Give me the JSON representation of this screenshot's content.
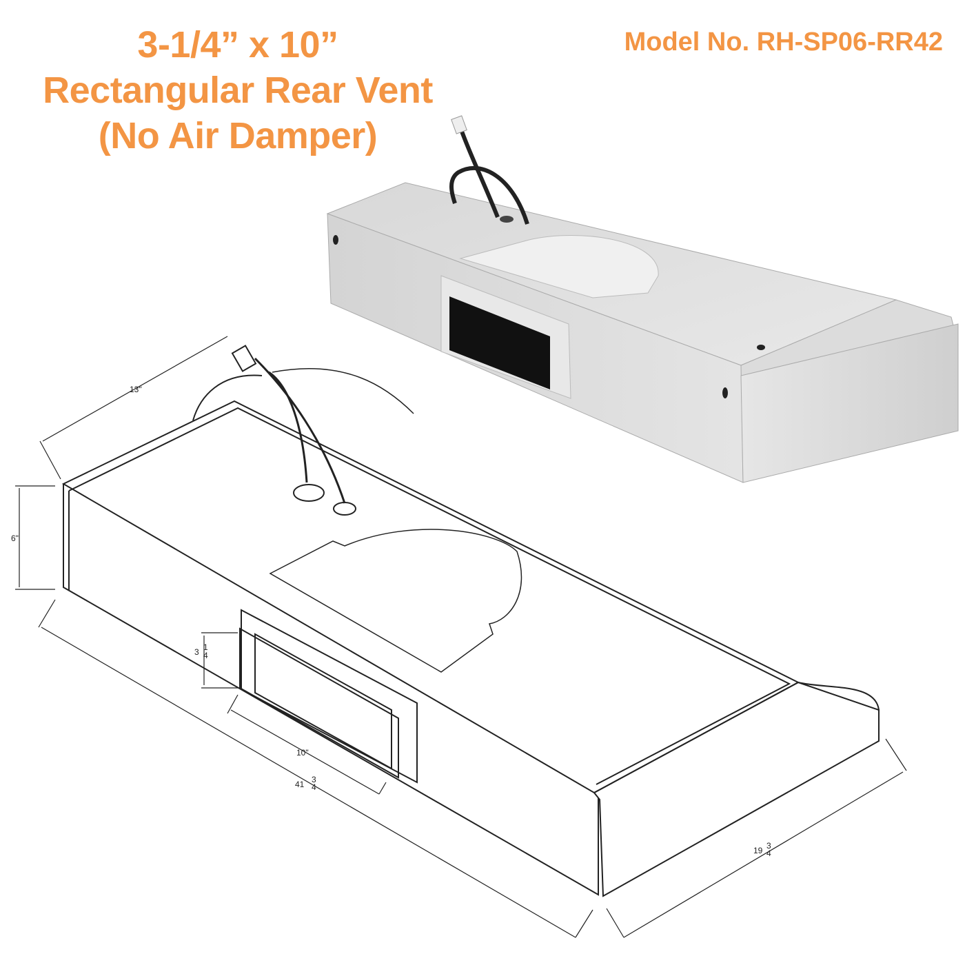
{
  "title": {
    "line1": "3-1/4” x 10”",
    "line2": "Rectangular Rear Vent",
    "line3": "(No Air Damper)"
  },
  "model": "Model No. RH-SP06-RR42",
  "colors": {
    "accent": "#f39544",
    "steel_light": "#e2e2e2",
    "steel_dark": "#bdbdbd",
    "line": "#222222"
  },
  "dimensions": {
    "depth": "13\"",
    "height": "6\"",
    "vent_height_whole": "3",
    "vent_height_frac_num": "1",
    "vent_height_frac_den": "4",
    "vent_width": "10\"",
    "width_whole": "41",
    "width_frac_num": "3",
    "width_frac_den": "4",
    "front_depth_whole": "19",
    "front_depth_frac_num": "3",
    "front_depth_frac_den": "4"
  }
}
